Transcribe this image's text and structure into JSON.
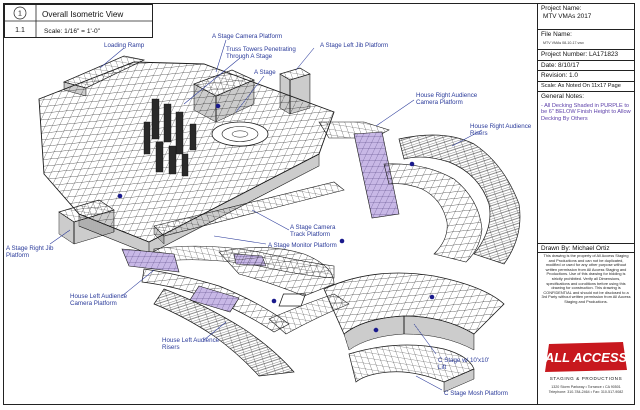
{
  "view": {
    "number": "1",
    "sheet": "1.1",
    "title": "Overall Isometric View",
    "scale": "Scale: 1/16\" = 1'-0\""
  },
  "callouts": [
    {
      "id": "loading-ramp",
      "text": [
        "Loading Ramp"
      ]
    },
    {
      "id": "a-stage-camera-platform",
      "text": [
        "A Stage Camera Platform"
      ]
    },
    {
      "id": "truss-towers",
      "text": [
        "Truss Towers Penetrating",
        "Through A Stage"
      ]
    },
    {
      "id": "a-stage",
      "text": [
        "A Stage"
      ]
    },
    {
      "id": "a-stage-left-jib",
      "text": [
        "A Stage Left Jib Platform"
      ]
    },
    {
      "id": "house-right-camera",
      "text": [
        "House Right Audience",
        "Camera Platform"
      ]
    },
    {
      "id": "house-right-risers",
      "text": [
        "House Right Audience",
        "Risers"
      ]
    },
    {
      "id": "a-stage-camera-track",
      "text": [
        "A Stage Camera",
        "Track Platform"
      ]
    },
    {
      "id": "a-stage-monitor",
      "text": [
        "A Stage Monitor Platform"
      ]
    },
    {
      "id": "a-stage-right-jib",
      "text": [
        "A Stage Right Jib",
        "Platform"
      ]
    },
    {
      "id": "house-left-camera",
      "text": [
        "House Left Audience",
        "Camera Platform"
      ]
    },
    {
      "id": "house-left-risers",
      "text": [
        "House Left Audience",
        "Risers"
      ]
    },
    {
      "id": "c-stage-lift",
      "text": [
        "C Stage w/ 10'x10'",
        "Lift"
      ]
    },
    {
      "id": "c-stage-mosh",
      "text": [
        "C Stage Mosh Platform"
      ]
    }
  ],
  "title_block": {
    "project_name_label": "Project Name:",
    "project_name": "MTV VMAs 2017",
    "file_name_label": "File Name:",
    "file_name": "MTV VMAs 08-10-17.vwx",
    "project_number": "Project Number:   LA171823",
    "date": "Date:   8/10/17",
    "revision": "Revision:   1.0",
    "scale": "Scale:  As Noted On 11x17 Page",
    "notes_label": "General Notes:",
    "notes": "- All Decking Shaded in PURPLE to be 6\" BELOW Finish Height to Allow Decking By Others",
    "drawn_by": "Drawn By:   Michael Ortiz",
    "disclaimer": "This drawing is the property of All Access Staging and Productions and can not be duplicated, modified or used for any other purpose without written permission from All Access Staging and Productions. Use of this drawing for bidding is strictly prohibited. Verify all Dimensions, specifications and conditions before using this drawing for construction. This drawing is CONFIDENTIAL and should not be disclosed to a 3rd Party without written permission from All Access Staging and Productions.",
    "logo_main": "ALL ACCESS",
    "logo_sub": "STAGING & PRODUCTIONS",
    "address_line1": "1320 Storm Parkway • Torrance • CA 90501",
    "address_line2": "Telephone: 310-784-2464 • Fax: 310-517-9082"
  },
  "colors": {
    "line": "#1a1a1a",
    "deck_fill": "#f4f4f4",
    "purple_fill": "#c8b8e6",
    "label_blue": "#2a3a9a",
    "marker": "#1a1a8c",
    "logo_red": "#c8181e"
  }
}
